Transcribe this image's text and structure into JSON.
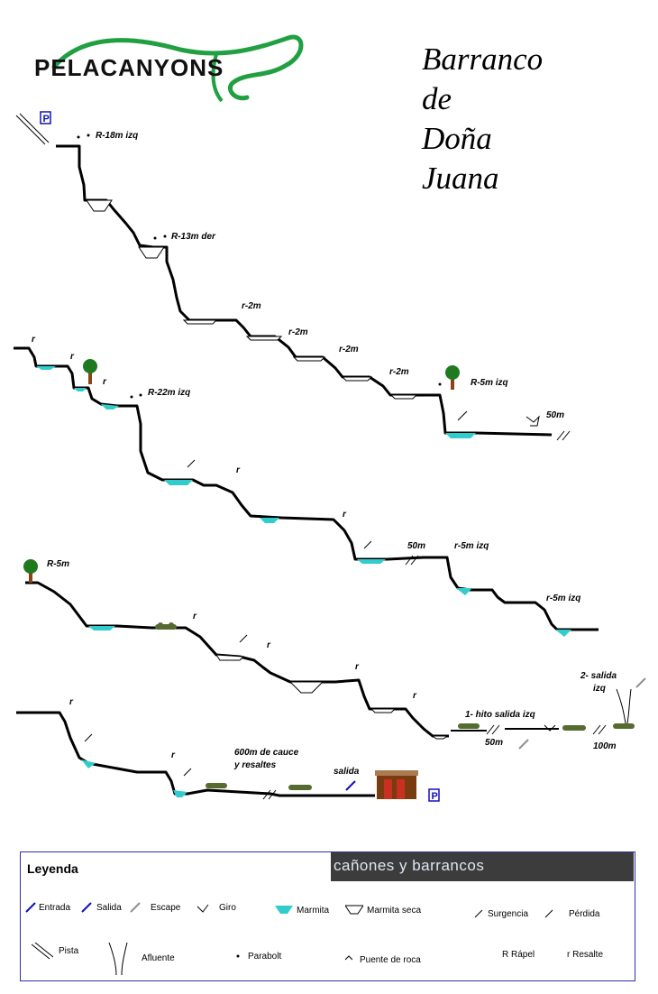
{
  "logo": {
    "text": "PELACANYONS"
  },
  "title": {
    "line1": "Barranco",
    "line2": "de",
    "line3": "Doña",
    "line4": "Juana"
  },
  "annotations": {
    "r18": "R-18m izq",
    "r13": "R-13m der",
    "r2a": "r-2m",
    "r2b": "r-2m",
    "r2c": "r-2m",
    "r2d": "r-2m",
    "r5izq": "R-5m izq",
    "d50a": "50m",
    "r_a": "r",
    "r_b": "r",
    "r_c": "r",
    "r22": "R-22m izq",
    "r_d": "r",
    "r_e": "r",
    "d50b": "50m",
    "r5a": "r-5m izq",
    "r5b": "r-5m izq",
    "R5m": "R-5m",
    "r_f": "r",
    "r_g": "r",
    "r_h": "r",
    "r_i": "r",
    "salida2a": "2- salida",
    "salida2b": "izq",
    "hito": "1-  hito salida izq",
    "d50c": "50m",
    "d100": "100m",
    "r_j": "r",
    "r_k": "r",
    "cauce1": "600m de cauce",
    "cauce2": "y resaltes",
    "salida": "salida"
  },
  "legend": {
    "title": "Leyenda",
    "banner": "cañones y barrancos",
    "items": {
      "entrada": "Entrada",
      "salida": "Salida",
      "escape": "Escape",
      "giro": "Giro",
      "marmita": "Marmita",
      "marmita_seca": "Marmita seca",
      "surgencia": "Surgencia",
      "perdida": "Pérdida",
      "pista": "Pista",
      "afluente": "Afluente",
      "parabolt": "Parabolt",
      "puente": "Puente de roca",
      "rapel": "R Rápel",
      "resalte": "r Resalte"
    }
  },
  "colors": {
    "water": "#33cccc",
    "tree_crown": "#1f7a1f",
    "trunk": "#8b4513",
    "arrow_blue": "#1010c0",
    "arrow_grey": "#909090",
    "logo_green": "#20a040",
    "legend_border": "#2f2fa8"
  }
}
